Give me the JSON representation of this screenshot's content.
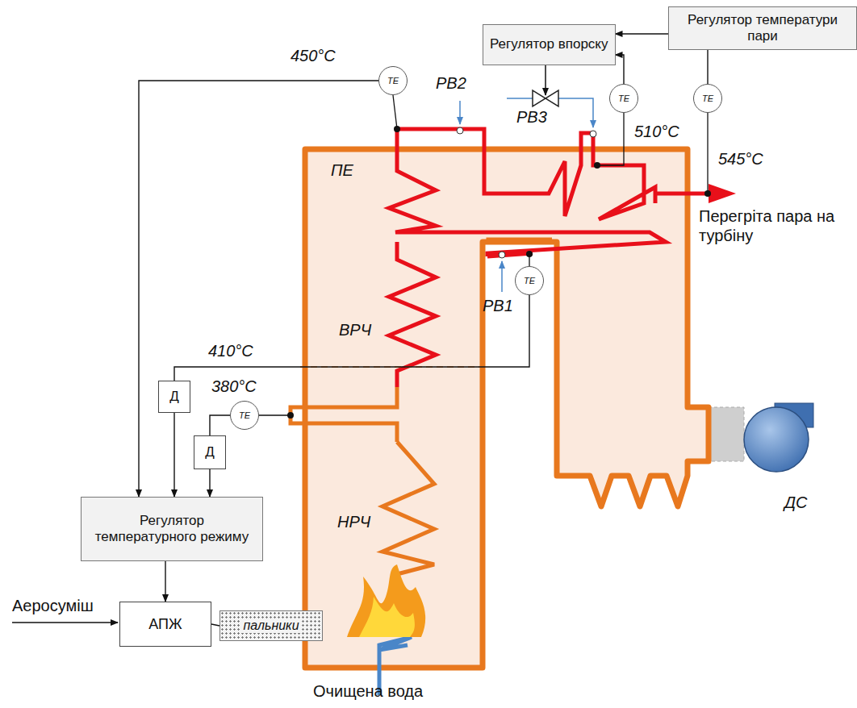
{
  "diagram": {
    "nodes": [
      {
        "text": [
          "Регулятор температури пари"
        ]
      },
      {
        "text": [
          "Регулятор впорску"
        ]
      },
      {
        "text": [
          "TE"
        ]
      },
      {
        "text": [
          "TE"
        ]
      },
      {
        "text": [
          "TE"
        ]
      },
      {
        "text": [
          "TE"
        ]
      },
      {
        "text": [
          "Д"
        ]
      },
      {
        "text": [
          "TE"
        ]
      },
      {
        "text": [
          "Д"
        ]
      },
      {
        "text": [
          "Регулятор температурного режиму"
        ]
      },
      {
        "text": [
          "АПЖ"
        ]
      },
      {
        "text": [
          "пальники"
        ]
      }
    ],
    "edges": [
      {
        "from": 0,
        "to": 1,
        "arrow": "to"
      },
      {
        "from": 4,
        "to": 0,
        "arrow": "none"
      },
      {
        "from": 3,
        "to": 1,
        "arrow": "to"
      },
      {
        "from": 2,
        "to": 9,
        "arrow": "to"
      },
      {
        "from": 5,
        "to": 6,
        "arrow": "none"
      },
      {
        "from": 6,
        "to": 9,
        "arrow": "to"
      },
      {
        "from": 7,
        "to": 8,
        "arrow": "none"
      },
      {
        "from": 8,
        "to": 9,
        "arrow": "to"
      },
      {
        "from": 9,
        "to": 10,
        "arrow": "to"
      },
      {
        "from": 10,
        "to": 11,
        "arrow": "none"
      }
    ],
    "labels": [
      "450°C",
      "РВ2",
      "РВ3",
      "510°C",
      "545°C",
      "Перегріта пара на турбіну",
      "ПЕ",
      "РВ1",
      "ВРЧ",
      "410°C",
      "380°C",
      "НРЧ",
      "Аеросуміш",
      "ДС",
      "Очищена вода"
    ]
  }
}
